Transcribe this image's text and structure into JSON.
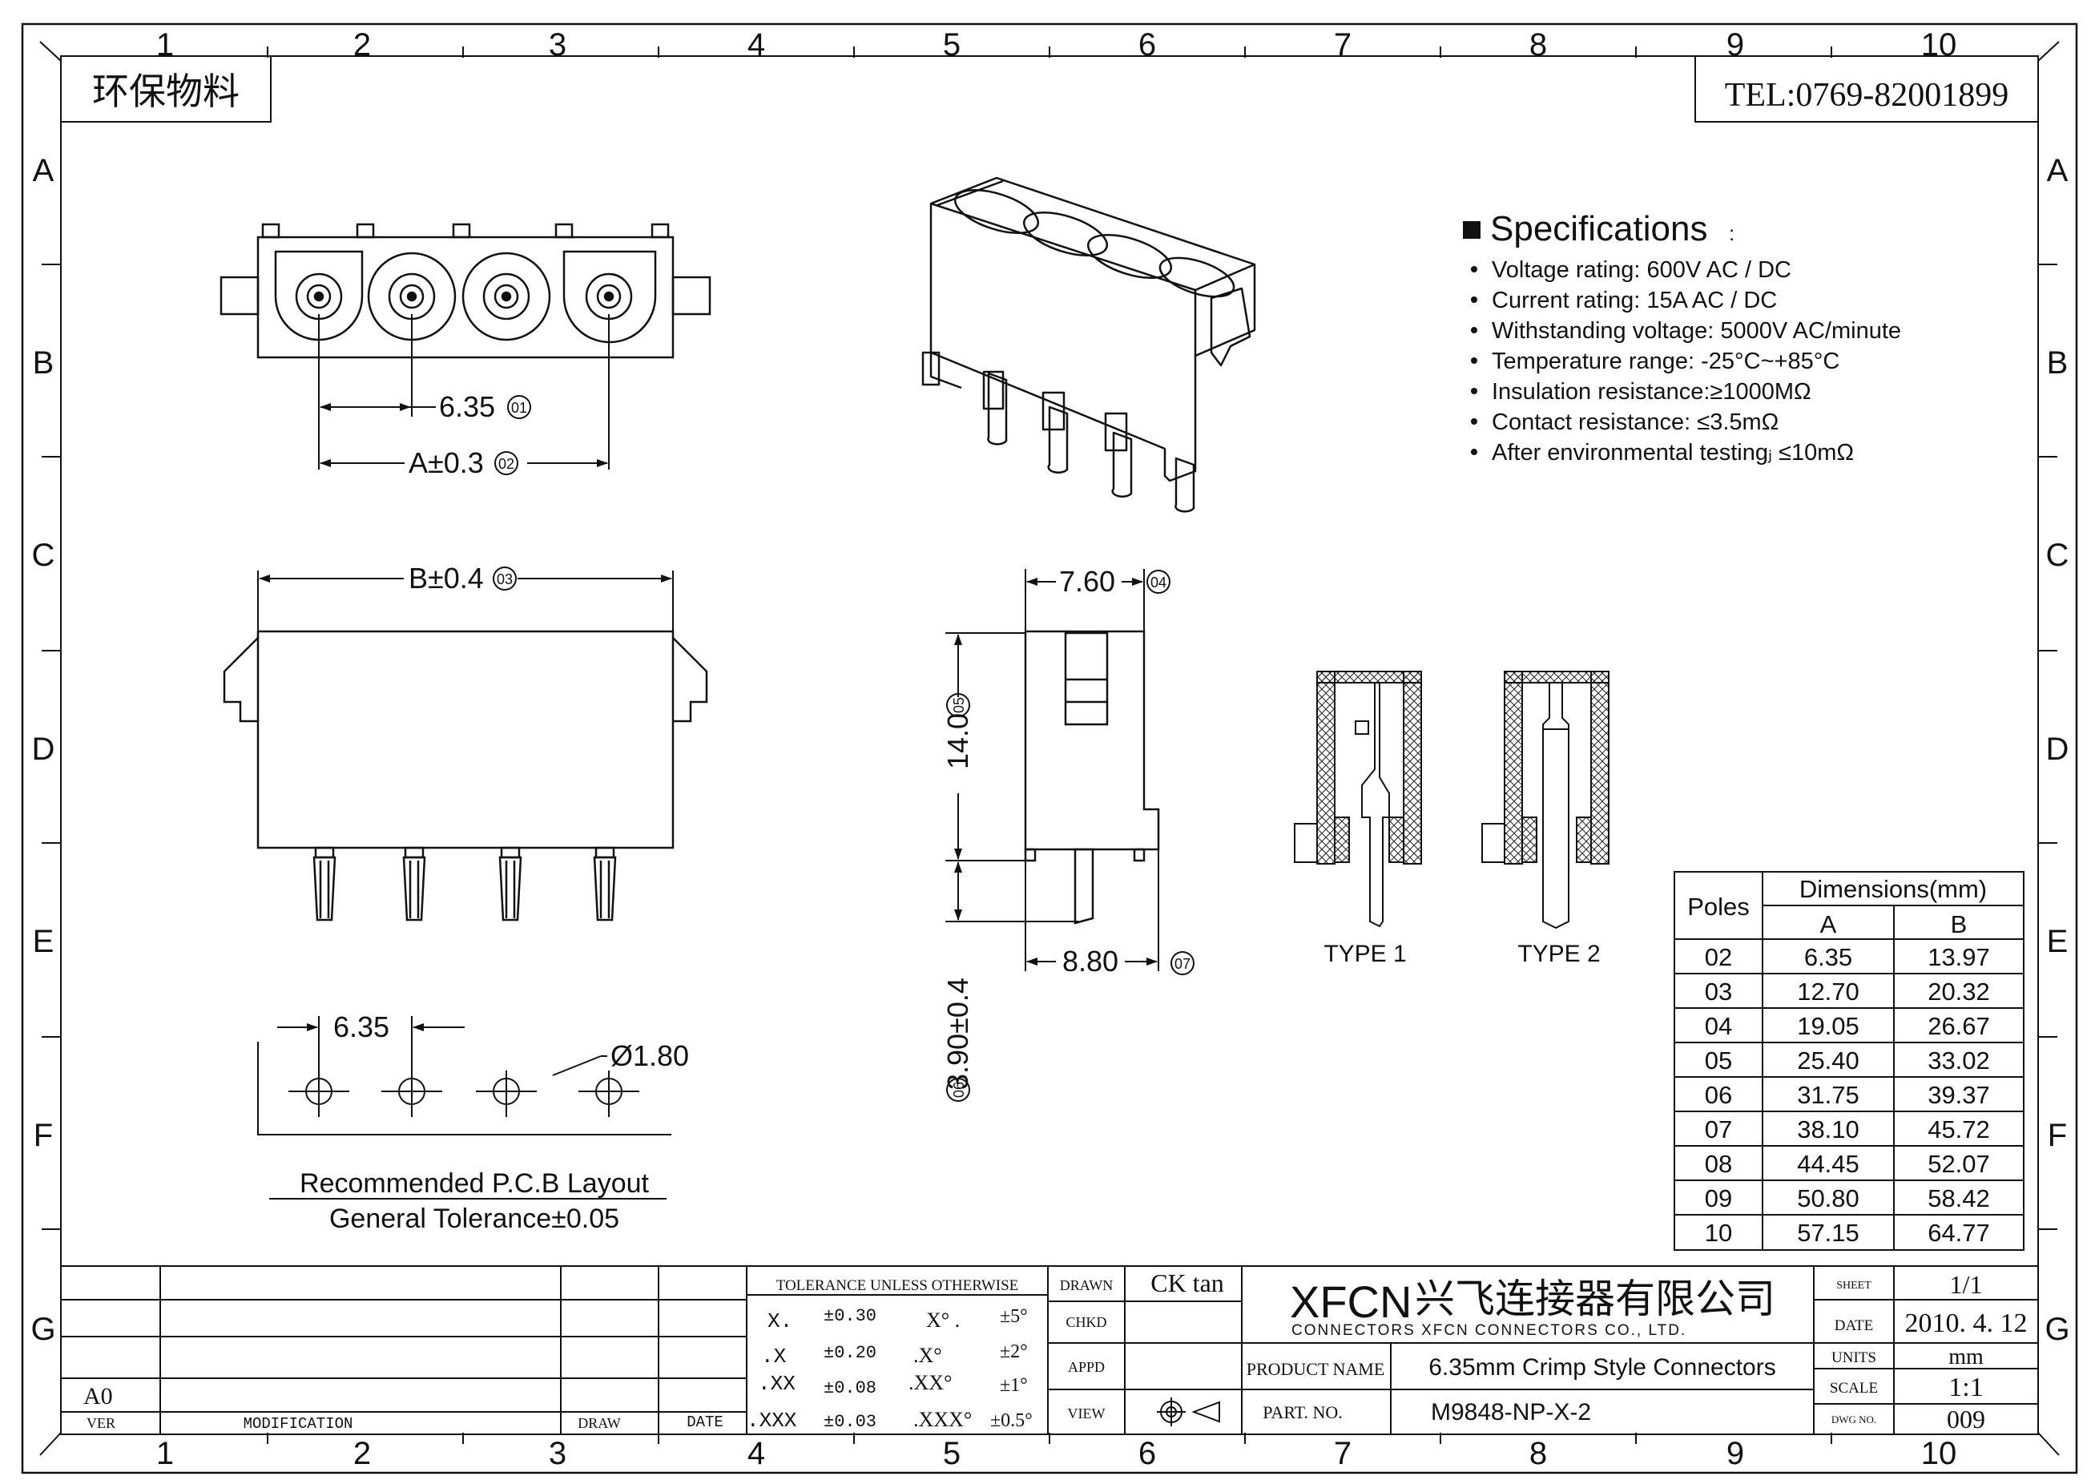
{
  "frame": {
    "col_numbers": [
      "1",
      "2",
      "3",
      "4",
      "5",
      "6",
      "7",
      "8",
      "9",
      "10"
    ],
    "row_letters": [
      "A",
      "B",
      "C",
      "D",
      "E",
      "F",
      "G"
    ]
  },
  "header": {
    "material_tag": "环保物料",
    "phone": "TEL:0769-82001899"
  },
  "specs": {
    "title": "Specifications",
    "title_colon": ":",
    "items": [
      "Voltage rating: 600V AC / DC",
      "Current rating: 15A  AC / DC",
      "Withstanding voltage: 5000V AC/minute",
      "Temperature range: -25°C~+85°C",
      "Insulation resistance:≥1000MΩ",
      "Contact resistance: ≤3.5mΩ",
      "After environmental testingⱼ  ≤10mΩ"
    ]
  },
  "dimensions": {
    "d01": "6.35",
    "d01_tag": "01",
    "d02": "A±0.3",
    "d02_tag": "02",
    "d03": "B±0.4",
    "d03_tag": "03",
    "d04": "7.60",
    "d04_tag": "04",
    "d05": "14.0",
    "d05_tag": "05",
    "d06": "3.90±0.4",
    "d06_tag": "06",
    "d07": "8.80",
    "d07_tag": "07",
    "pcb_pitch": "6.35",
    "pcb_hole": "Ø1.80"
  },
  "pcb": {
    "caption": "Recommended P.C.B Layout",
    "tolerance": "General Tolerance±0.05"
  },
  "types": {
    "type1": "TYPE 1",
    "type2": "TYPE 2"
  },
  "dim_table": {
    "poles_header": "Poles",
    "group_header": "Dimensions(mm)",
    "col_a": "A",
    "col_b": "B",
    "rows": [
      [
        "02",
        "6.35",
        "13.97"
      ],
      [
        "03",
        "12.70",
        "20.32"
      ],
      [
        "04",
        "19.05",
        "26.67"
      ],
      [
        "05",
        "25.40",
        "33.02"
      ],
      [
        "06",
        "31.75",
        "39.37"
      ],
      [
        "07",
        "38.10",
        "45.72"
      ],
      [
        "08",
        "44.45",
        "52.07"
      ],
      [
        "09",
        "50.80",
        "58.42"
      ],
      [
        "10",
        "57.15",
        "64.77"
      ]
    ]
  },
  "title_block": {
    "rev": "A0",
    "ver_label": "VER",
    "modification_label": "MODIFICATION",
    "draw_label": "DRAW",
    "date_label": "DATE",
    "tolerance_title": "TOLERANCE UNLESS OTHERWISE",
    "tol_rows": [
      [
        "X.",
        "±0.30",
        "X°  .",
        "±5°"
      ],
      [
        ".X",
        "±0.20",
        ".X°",
        "±2°"
      ],
      [
        ".XX",
        "±0.08",
        ".XX°",
        "±1°"
      ],
      [
        ".XXX",
        "±0.03",
        ".XXX°",
        "±0.5°"
      ]
    ],
    "drawn_label": "DRAWN",
    "drawn_value": "CK tan",
    "chkd_label": "CHKD",
    "appd_label": "APPD",
    "view_label": "VIEW",
    "company_brand": "XFCN",
    "company_cn": "兴飞连接器有限公司",
    "company_en": "CONNECTORS XFCN CONNECTORS CO., LTD.",
    "product_name_label": "PRODUCT NAME",
    "product_name": "6.35mm Crimp Style Connectors",
    "part_no_label": "PART.  NO.",
    "part_no": "M9848-NP-X-2",
    "sheet_label": "SHEET",
    "sheet_value": "1/1",
    "date_label2": "DATE",
    "date_value": "2010. 4. 12",
    "units_label": "UNITS",
    "units_value": "mm",
    "scale_label": "SCALE",
    "scale_value": "1:1",
    "dwg_label": "DWG NO.",
    "dwg_value": "009"
  }
}
